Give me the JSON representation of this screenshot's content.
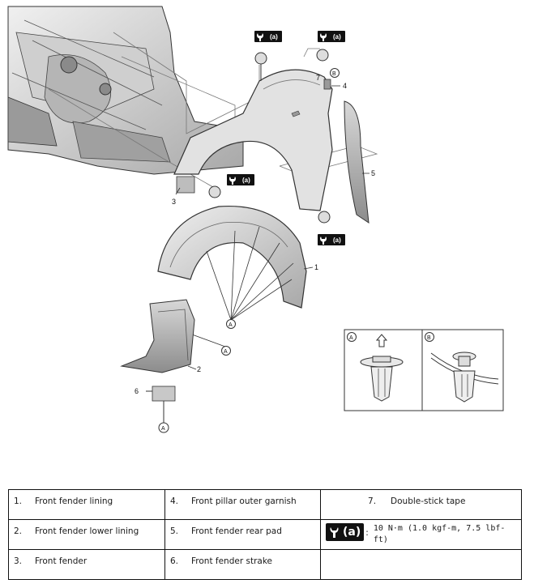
{
  "callouts": {
    "c1": "1",
    "c2": "2",
    "c3": "3",
    "c4": "4",
    "c5": "5",
    "c6": "6",
    "c7": "7",
    "torque_tag": "(a)",
    "clip_a": "A",
    "clip_b": "B"
  },
  "legend": {
    "rows": [
      [
        {
          "num": "1.",
          "text": "Front fender lining"
        },
        {
          "num": "4.",
          "text": "Front pillar outer garnish"
        },
        {
          "num": "7.",
          "text": "Double-stick tape"
        }
      ],
      [
        {
          "num": "2.",
          "text": "Front fender lower lining"
        },
        {
          "num": "5.",
          "text": "Front fender rear pad"
        },
        {
          "torque_symbol": "(a)",
          "text": "10 N·m (1.0 kgf-m, 7.5 lbf-ft)"
        }
      ],
      [
        {
          "num": "3.",
          "text": "Front fender"
        },
        {
          "num": "6.",
          "text": "Front fender strake"
        },
        {
          "text": ""
        }
      ]
    ]
  },
  "colors": {
    "line": "#333333",
    "fill_light": "#e6e6e6",
    "fill_mid": "#c8c8c8",
    "fill_dark": "#9a9a9a",
    "torque_bg": "#111111"
  },
  "icons": [
    "torque-wrench-icon",
    "clip-a-icon",
    "clip-b-icon",
    "arrow-up-icon"
  ]
}
